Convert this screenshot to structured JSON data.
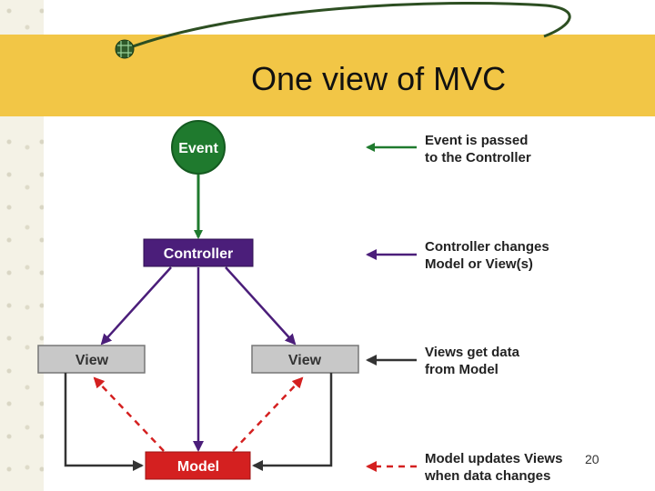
{
  "slide": {
    "title": "One view of MVC",
    "number": "20"
  },
  "diagram": {
    "event_label": "Event",
    "controller_label": "Controller",
    "view_left_label": "View",
    "view_right_label": "View",
    "model_label": "Model"
  },
  "legend": [
    {
      "line1": "Event is passed",
      "line2": "to the Controller",
      "arrow_color": "#1f7a2e",
      "arrow_style": "solid"
    },
    {
      "line1": "Controller changes",
      "line2": "Model or View(s)",
      "arrow_color": "#4b1e7a",
      "arrow_style": "solid"
    },
    {
      "line1": "Views get data",
      "line2": "from Model",
      "arrow_color": "#333333",
      "arrow_style": "solid"
    },
    {
      "line1": "Model updates Views",
      "line2": "when data changes",
      "arrow_color": "#d42020",
      "arrow_style": "dashed"
    }
  ],
  "colors": {
    "title_band": "#f2c646",
    "event_green": "#1f7a2e",
    "controller_purple": "#4b1e7a",
    "view_gray": "#c8c8c8",
    "model_red": "#d42020"
  }
}
